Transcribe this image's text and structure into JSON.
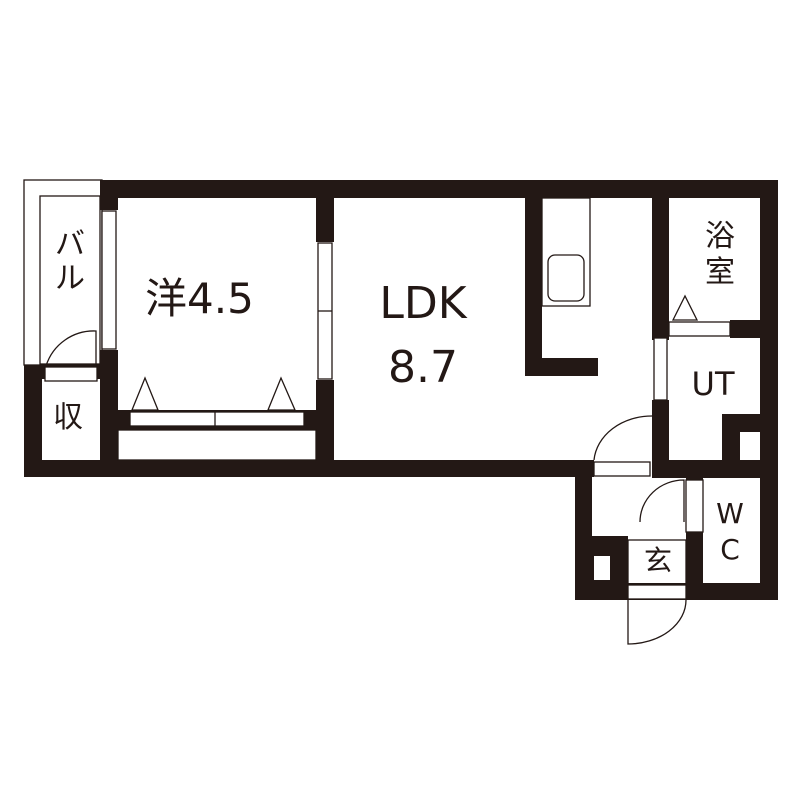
{
  "floor_plan": {
    "rooms": [
      {
        "id": "western-room",
        "label": "洋4.5"
      },
      {
        "id": "ldk",
        "label_line1": "LDK",
        "label_line2": "8.7"
      },
      {
        "id": "bathroom",
        "label_line1": "浴",
        "label_line2": "室"
      },
      {
        "id": "utility",
        "label": "UT"
      },
      {
        "id": "toilet",
        "label_line1": "W",
        "label_line2": "C"
      },
      {
        "id": "entrance",
        "label": "玄"
      },
      {
        "id": "balcony",
        "label_line1": "バ",
        "label_line2": "ル"
      },
      {
        "id": "storage",
        "label": "収"
      }
    ],
    "colors": {
      "wall": "#231815",
      "background": "#ffffff"
    }
  }
}
